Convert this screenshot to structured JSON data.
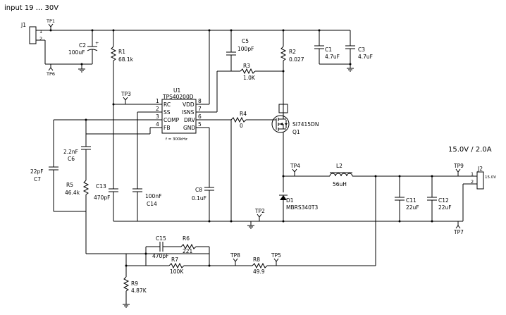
{
  "input_label": "input 19 ... 30V",
  "output_label": "15.0V / 2.0A",
  "connectors": {
    "j1": {
      "ref": "J1",
      "pin1": "1",
      "pin2": "2"
    },
    "j2": {
      "ref": "J2",
      "pin1": "1",
      "pin2": "2",
      "value": "15.0V"
    }
  },
  "test_points": {
    "tp1": "TP1",
    "tp2": "TP2",
    "tp3": "TP3",
    "tp4": "TP4",
    "tp5": "TP5",
    "tp6": "TP6",
    "tp7": "TP7",
    "tp8": "TP8",
    "tp9": "TP9"
  },
  "controller": {
    "ref": "U1",
    "part": "TPS40200D",
    "note": "f = 300kHz",
    "pins_left": [
      {
        "num": "1",
        "name": "RC"
      },
      {
        "num": "2",
        "name": "SS"
      },
      {
        "num": "3",
        "name": "COMP"
      },
      {
        "num": "4",
        "name": "FB"
      }
    ],
    "pins_right": [
      {
        "num": "8",
        "name": "VDD"
      },
      {
        "num": "7",
        "name": "ISNS"
      },
      {
        "num": "6",
        "name": "DRV"
      },
      {
        "num": "5",
        "name": "GND"
      }
    ]
  },
  "components": {
    "c1": {
      "ref": "C1",
      "value": "4.7uF"
    },
    "c2": {
      "ref": "C2",
      "value": "100uF"
    },
    "c3": {
      "ref": "C3",
      "value": "4.7uF"
    },
    "c5": {
      "ref": "C5",
      "value": "100pF"
    },
    "c6": {
      "ref": "C6",
      "value": "2.2nF"
    },
    "c7": {
      "ref": "C7",
      "value": "22pF"
    },
    "c8": {
      "ref": "C8",
      "value": "0.1uF"
    },
    "c11": {
      "ref": "C11",
      "value": "22uF"
    },
    "c12": {
      "ref": "C12",
      "value": "22uF"
    },
    "c13": {
      "ref": "C13",
      "value": "470pF"
    },
    "c14": {
      "ref": "C14",
      "value": "100nF"
    },
    "c15": {
      "ref": "C15",
      "value": "470pF"
    },
    "r1": {
      "ref": "R1",
      "value": "68.1k"
    },
    "r2": {
      "ref": "R2",
      "value": "0.027"
    },
    "r3": {
      "ref": "R3",
      "value": "1.0K"
    },
    "r4": {
      "ref": "R4",
      "value": "0"
    },
    "r5": {
      "ref": "R5",
      "value": "46.4k"
    },
    "r6": {
      "ref": "R6",
      "value": "221"
    },
    "r7": {
      "ref": "R7",
      "value": "100K"
    },
    "r8": {
      "ref": "R8",
      "value": "49.9"
    },
    "r9": {
      "ref": "R9",
      "value": "4.87K"
    },
    "l2": {
      "ref": "L2",
      "value": "56uH"
    },
    "d1": {
      "ref": "D1",
      "value": "MBRS340T3"
    },
    "q1": {
      "ref": "Q1",
      "value": "SI7415DN"
    }
  }
}
